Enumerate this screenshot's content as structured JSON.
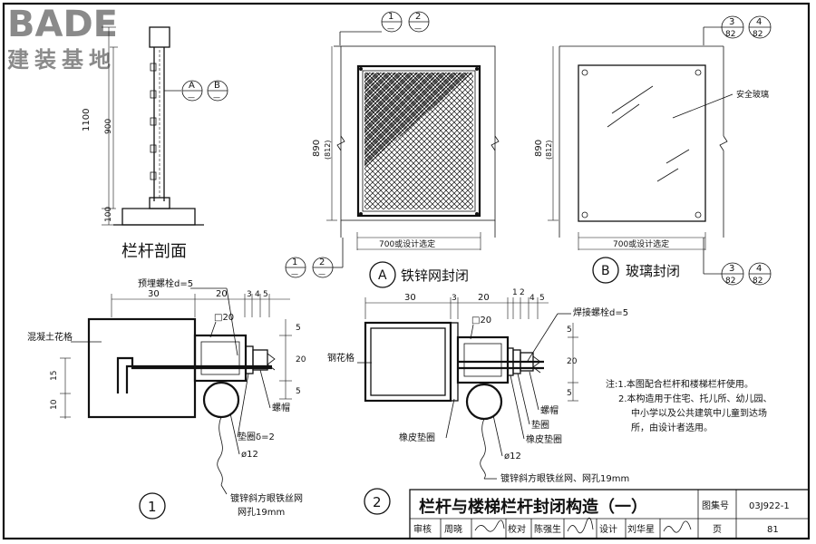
{
  "watermark": {
    "brand": "BADE",
    "subtitle": "建装基地"
  },
  "section_view": {
    "caption": "栏杆剖面",
    "dims": [
      "1100",
      "900",
      "100"
    ],
    "callouts": [
      {
        "top": "A",
        "bottom": "—"
      },
      {
        "top": "B",
        "bottom": "—"
      }
    ]
  },
  "panel_a": {
    "top_callouts": [
      {
        "top": "1",
        "bottom": "—"
      },
      {
        "top": "2",
        "bottom": "—"
      }
    ],
    "bottom_callouts": [
      {
        "top": "1",
        "bottom": "—"
      },
      {
        "top": "2",
        "bottom": "—"
      }
    ],
    "height_dim": "890",
    "height_dim_alt": "(812)",
    "width_dim": "700或设计选定",
    "marker": "A",
    "title": "铁锌网封闭"
  },
  "panel_b": {
    "top_callouts": [
      {
        "top": "3",
        "bottom": "82"
      },
      {
        "top": "4",
        "bottom": "82"
      }
    ],
    "bottom_callouts": [
      {
        "top": "3",
        "bottom": "82"
      },
      {
        "top": "4",
        "bottom": "82"
      }
    ],
    "height_dim": "890",
    "height_dim_alt": "(812)",
    "width_dim": "700或设计选定",
    "marker": "B",
    "title": "玻璃封闭",
    "glass_label": "安全玻璃"
  },
  "detail_1": {
    "number": "1",
    "labels": {
      "bolt": "预埋螺栓d=5",
      "column": "混凝土花格",
      "square": "□20",
      "nut": "螺帽",
      "washer": "垫圈δ=2",
      "rod": "ø12",
      "mesh": "镀锌斜方眼铁丝网",
      "mesh_hole": "网孔19mm"
    },
    "dims_top": [
      "30",
      "20",
      "3",
      "4",
      "5"
    ],
    "dims_right": [
      "5",
      "20",
      "5"
    ],
    "dims_left": [
      "15",
      "10"
    ]
  },
  "detail_2": {
    "number": "2",
    "labels": {
      "bolt": "焊接螺栓d=5",
      "column": "钢花格",
      "square": "□20",
      "nut": "螺帽",
      "washer": "垫圈",
      "rubber_pad_left": "橡皮垫圈",
      "rubber_pad_right": "橡皮垫圈",
      "rod": "ø12",
      "mesh": "镀锌斜方眼铁丝网、网孔19mm"
    },
    "dims_top": [
      "30",
      "3",
      "20",
      "1",
      "2",
      "4",
      "5"
    ],
    "dims_right": [
      "5",
      "20",
      "5"
    ]
  },
  "notes": [
    "注:1.本图配合栏杆和楼梯栏杆使用。",
    "2.本构造用于住宅、托儿所、幼儿园、",
    "中小学以及公共建筑中儿童到达场",
    "所，由设计者选用。"
  ],
  "title_block": {
    "title": "栏杆与楼梯栏杆封闭构造（一）",
    "atlas_label": "图集号",
    "atlas_no": "03J922-1",
    "row": [
      {
        "label": "审核",
        "name": "周晓"
      },
      {
        "label": "校对",
        "name": "陈强生"
      },
      {
        "label": "设计",
        "name": "刘华星"
      }
    ],
    "page_label": "页",
    "page_no": "81"
  }
}
